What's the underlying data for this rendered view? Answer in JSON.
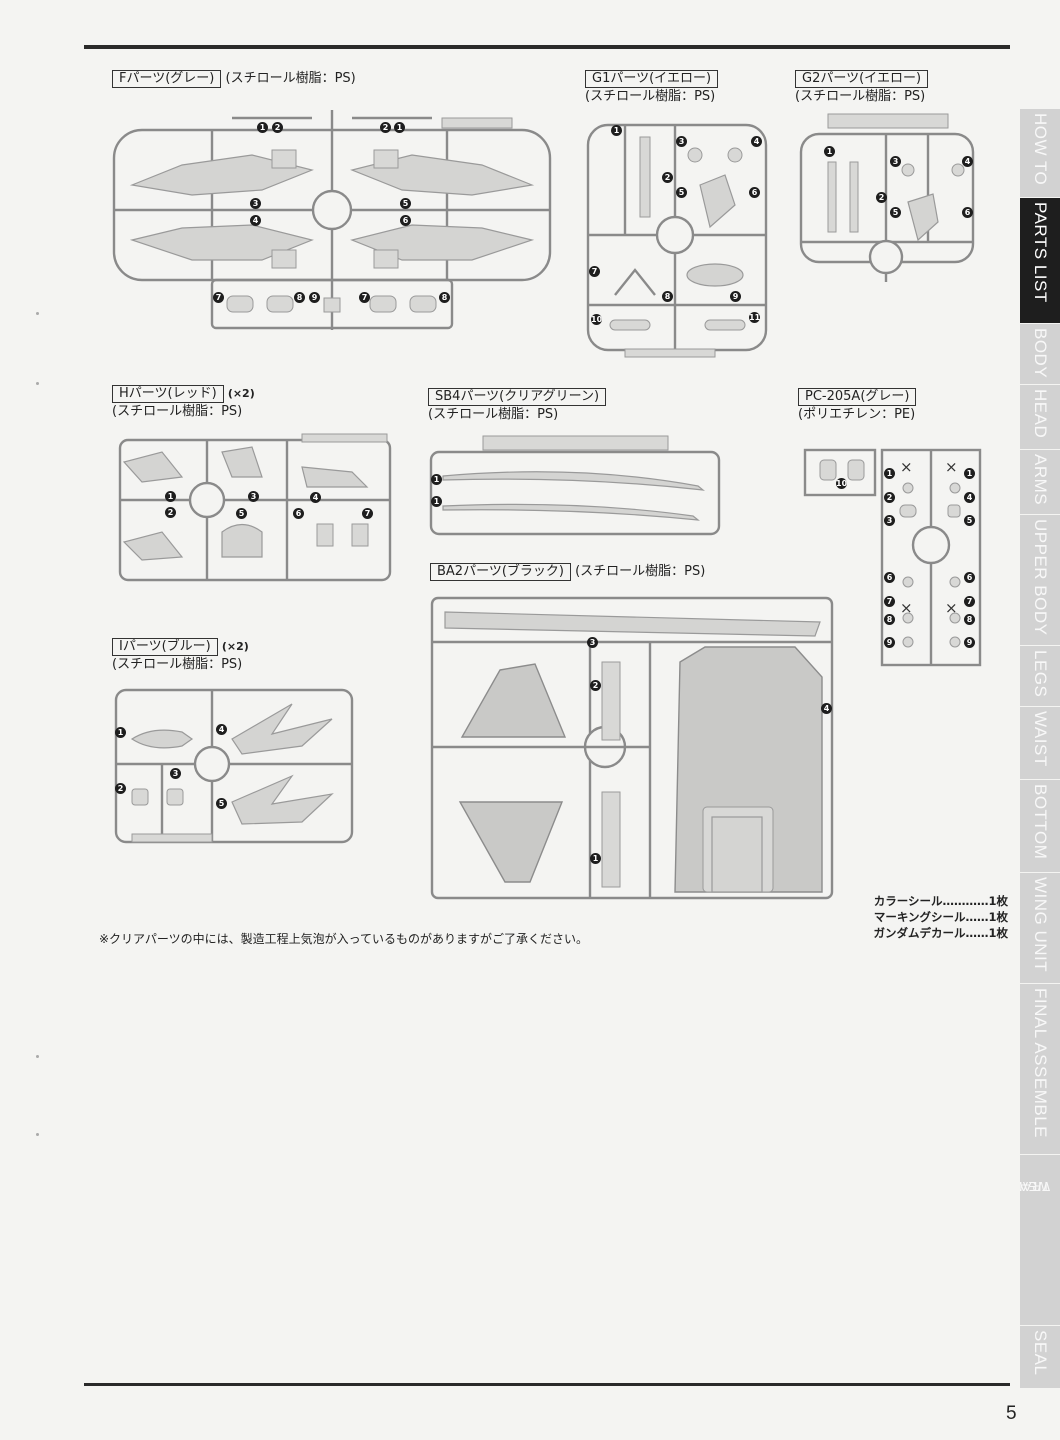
{
  "sections": {
    "f": {
      "tag": "Fパーツ(グレー)",
      "material": "(スチロール樹脂：PS)"
    },
    "g1": {
      "tag": "G1パーツ(イエロー)",
      "material": "(スチロール樹脂：PS)"
    },
    "g2": {
      "tag": "G2パーツ(イエロー)",
      "material": "(スチロール樹脂：PS)"
    },
    "h": {
      "tag": "Hパーツ(レッド)",
      "count": "(×2)",
      "material": "(スチロール樹脂：PS)"
    },
    "sb4": {
      "tag": "SB4パーツ(クリアグリーン)",
      "material": "(スチロール樹脂：PS)"
    },
    "pc": {
      "tag": "PC-205A(グレー)",
      "material": "(ポリエチレン：PE)"
    },
    "ba2": {
      "tag": "BA2パーツ(ブラック)",
      "material": "(スチロール樹脂：PS)"
    },
    "i": {
      "tag": "Iパーツ(ブルー)",
      "count": "(×2)",
      "material": "(スチロール樹脂：PS)"
    }
  },
  "part_numbers": {
    "n1": "1",
    "n2": "2",
    "n3": "3",
    "n4": "4",
    "n5": "5",
    "n6": "6",
    "n7": "7",
    "n8": "8",
    "n9": "9",
    "n10": "10",
    "n11": "11"
  },
  "cross_mark": "×",
  "note": "※クリアパーツの中には、製造工程上気泡が入っているものがありますがご了承ください。",
  "stickers": [
    {
      "label": "カラーシール",
      "leader": "…………",
      "qty": "1枚"
    },
    {
      "label": "マーキングシール",
      "leader": "……",
      "qty": "1枚"
    },
    {
      "label": "ガンダムデカール",
      "leader": "……",
      "qty": "1枚"
    }
  ],
  "side_tabs": [
    {
      "label": "HOW TO",
      "active": false
    },
    {
      "label": "PARTS LIST",
      "active": true
    },
    {
      "label": "BODY",
      "active": false
    },
    {
      "label": "HEAD",
      "active": false
    },
    {
      "label": "ARMS",
      "active": false
    },
    {
      "label": "UPPER BODY",
      "active": false
    },
    {
      "label": "LEGS",
      "active": false
    },
    {
      "label": "WAIST",
      "active": false
    },
    {
      "label": "BOTTOM",
      "active": false
    },
    {
      "label": "WING UNIT",
      "active": false
    },
    {
      "label": "FINAL ASSEMBLE",
      "active": false
    },
    {
      "label": "WEAPONS &",
      "label2": "TRANSFORMATION",
      "active": false
    },
    {
      "label": "SEAL",
      "active": false
    }
  ],
  "page_number": "5",
  "colors": {
    "frame": "#8a8a8a",
    "part_fill": "#d4d4d2",
    "tab_inactive": "#d2d2d2",
    "tab_active": "#1e1e1e",
    "rule": "#2a2a2a"
  }
}
